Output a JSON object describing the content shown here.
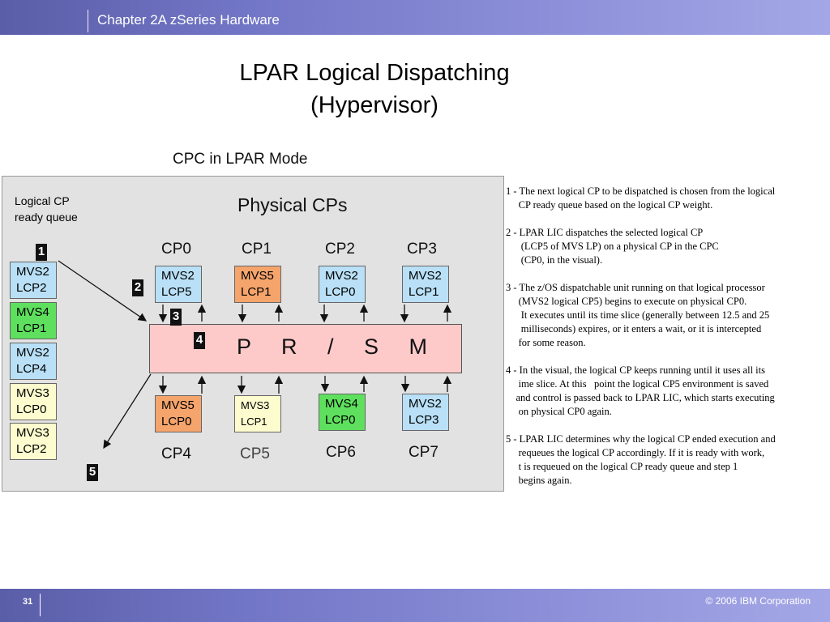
{
  "header": {
    "chapter_title": "Chapter 2A zSeries Hardware"
  },
  "slide": {
    "title_line1": "LPAR Logical Dispatching",
    "title_line2": "(Hypervisor)"
  },
  "diagram": {
    "title": "CPC in LPAR Mode",
    "queue_label_line1": "Logical CP",
    "queue_label_line2": "ready queue",
    "physical_label": "Physical CPs",
    "prsm": "P R / S M",
    "ready_queue": [
      {
        "line1": "MVS2",
        "line2": "LCP2",
        "color": "#b9e0f6"
      },
      {
        "line1": "MVS4",
        "line2": "LCP1",
        "color": "#5ee05e"
      },
      {
        "line1": "MVS2",
        "line2": "LCP4",
        "color": "#b9e0f6"
      },
      {
        "line1": "MVS3",
        "line2": "LCP0",
        "color": "#fdfccf"
      },
      {
        "line1": "MVS3",
        "line2": "LCP2",
        "color": "#fdfccf"
      }
    ],
    "top_cps": [
      {
        "label": "CP0",
        "line1": "MVS2",
        "line2": "LCP5",
        "color": "#b9e0f6"
      },
      {
        "label": "CP1",
        "line1": "MVS5",
        "line2": "LCP1",
        "color": "#f5a46c"
      },
      {
        "label": "CP2",
        "line1": "MVS2",
        "line2": "LCP0",
        "color": "#b9e0f6"
      },
      {
        "label": "CP3",
        "line1": "MVS2",
        "line2": "LCP1",
        "color": "#b9e0f6"
      }
    ],
    "bottom_cps": [
      {
        "label": "CP4",
        "line1": "MVS5",
        "line2": "LCP0",
        "color": "#f5a46c"
      },
      {
        "label": "CP5",
        "line1": "MVS3",
        "line2": "LCP1",
        "color": "#fdfccf"
      },
      {
        "label": "CP6",
        "line1": "MVS4",
        "line2": "LCP0",
        "color": "#5ee05e"
      },
      {
        "label": "CP7",
        "line1": "MVS2",
        "line2": "LCP3",
        "color": "#b9e0f6"
      }
    ],
    "step_numbers": [
      "1",
      "2",
      "3",
      "4",
      "5"
    ]
  },
  "description": [
    "1 - The next logical CP to be dispatched is chosen from the logical\n     CP ready queue based on the logical CP weight.",
    "2 - LPAR LIC dispatches the selected logical CP\n      (LCP5 of MVS LP) on a physical CP in the CPC\n      (CP0, in the visual).",
    "3 - The z/OS dispatchable unit running on that logical processor\n     (MVS2 logical CP5) begins to execute on physical CP0.\n      It executes until its time slice (generally between 12.5 and 25\n      milliseconds) expires, or it enters a wait, or it is intercepted\n     for some reason.",
    "4 - In the visual, the logical CP keeps running until it uses all its\n     ime slice. At this   point the logical CP5 environment is saved\n    and control is passed back to LPAR LIC, which starts executing\n     on physical CP0 again.",
    "5 - LPAR LIC determines why the logical CP ended execution and\n     requeues the logical CP accordingly. If it is ready with work,\n     t is requeued on the logical CP ready queue and step 1\n     begins again."
  ],
  "footer": {
    "page_number": "31",
    "copyright": "© 2006 IBM Corporation"
  }
}
